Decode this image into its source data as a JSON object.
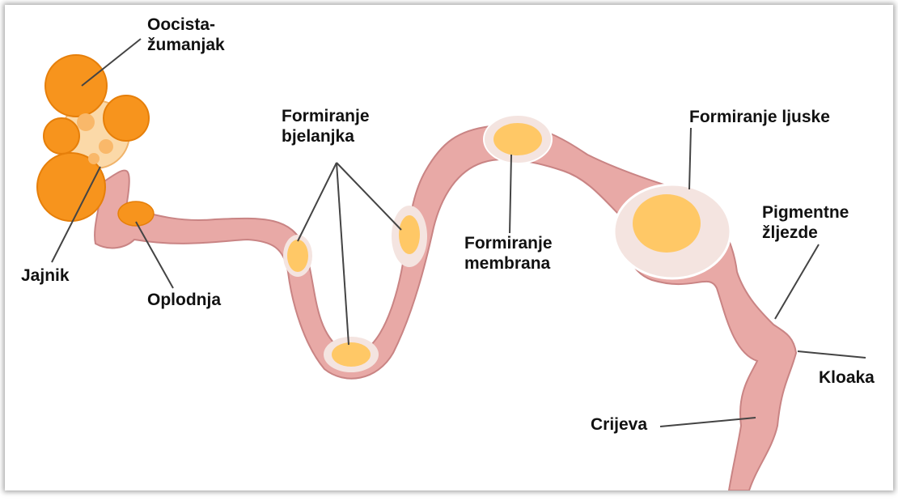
{
  "labels": {
    "oocista": "Oocista-\nžumanjak",
    "jajnik": "Jajnik",
    "oplodnja": "Oplodnja",
    "bjelanjak": "Formiranje\nbjelanjka",
    "membrana": "Formiranje\nmembrana",
    "ljuska": "Formiranje ljuske",
    "pigment": "Pigmentne\nžljezde",
    "kloaka": "Kloaka",
    "crijeva": "Crijeva"
  },
  "colors": {
    "oviduct": "#e8a9a6",
    "oviduct_edge": "#c98484",
    "yolk": "#f7941d",
    "yolk_light": "#ffc866",
    "albumen": "#f4e4e0"
  }
}
